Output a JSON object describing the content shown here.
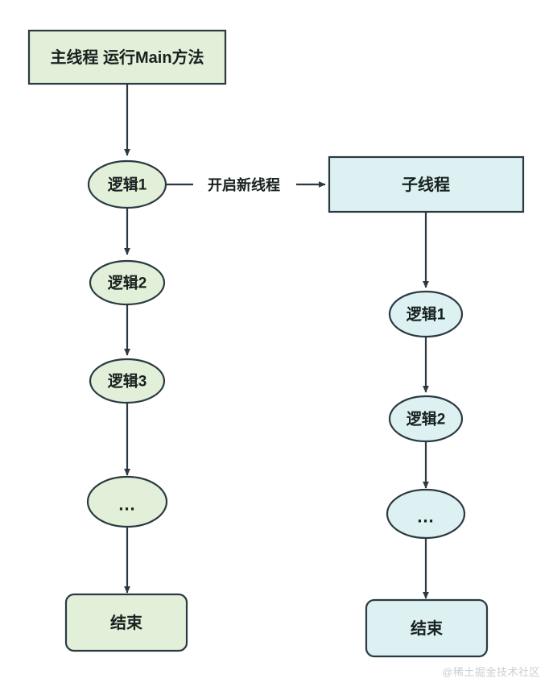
{
  "diagram": {
    "type": "flowchart",
    "title": "Main thread and child thread execution flow",
    "watermark": "@稀土掘金技术社区",
    "colors": {
      "main_thread_fill": "#e3f0d9",
      "child_thread_fill": "#ddf1f2",
      "stroke": "#2b3a42",
      "text": "#17211f",
      "background": "#ffffff",
      "watermark": "#c9cfd4"
    },
    "columns": [
      {
        "name": "main-thread",
        "fill_key": "main_thread_fill"
      },
      {
        "name": "child-thread",
        "fill_key": "child_thread_fill"
      }
    ],
    "nodes": {
      "main_start": {
        "label": "主线程 运行Main方法",
        "shape": "rect",
        "column": "main-thread"
      },
      "main_logic1": {
        "label": "逻辑1",
        "shape": "ellipse",
        "column": "main-thread"
      },
      "main_logic2": {
        "label": "逻辑2",
        "shape": "ellipse",
        "column": "main-thread"
      },
      "main_logic3": {
        "label": "逻辑3",
        "shape": "ellipse",
        "column": "main-thread"
      },
      "main_more": {
        "label": "...",
        "shape": "ellipse",
        "column": "main-thread"
      },
      "main_end": {
        "label": "结束",
        "shape": "rounded-rect",
        "column": "main-thread"
      },
      "child_start": {
        "label": "子线程",
        "shape": "rect",
        "column": "child-thread"
      },
      "child_logic1": {
        "label": "逻辑1",
        "shape": "ellipse",
        "column": "child-thread"
      },
      "child_logic2": {
        "label": "逻辑2",
        "shape": "ellipse",
        "column": "child-thread"
      },
      "child_more": {
        "label": "...",
        "shape": "ellipse",
        "column": "child-thread"
      },
      "child_end": {
        "label": "结束",
        "shape": "rounded-rect",
        "column": "child-thread"
      }
    },
    "edges": [
      {
        "from": "main_start",
        "to": "main_logic1",
        "label": ""
      },
      {
        "from": "main_logic1",
        "to": "main_logic2",
        "label": ""
      },
      {
        "from": "main_logic2",
        "to": "main_logic3",
        "label": ""
      },
      {
        "from": "main_logic3",
        "to": "main_more",
        "label": ""
      },
      {
        "from": "main_more",
        "to": "main_end",
        "label": ""
      },
      {
        "from": "main_logic1",
        "to": "child_start",
        "label": "开启新线程"
      },
      {
        "from": "child_start",
        "to": "child_logic1",
        "label": ""
      },
      {
        "from": "child_logic1",
        "to": "child_logic2",
        "label": ""
      },
      {
        "from": "child_logic2",
        "to": "child_more",
        "label": ""
      },
      {
        "from": "child_more",
        "to": "child_end",
        "label": ""
      }
    ]
  }
}
